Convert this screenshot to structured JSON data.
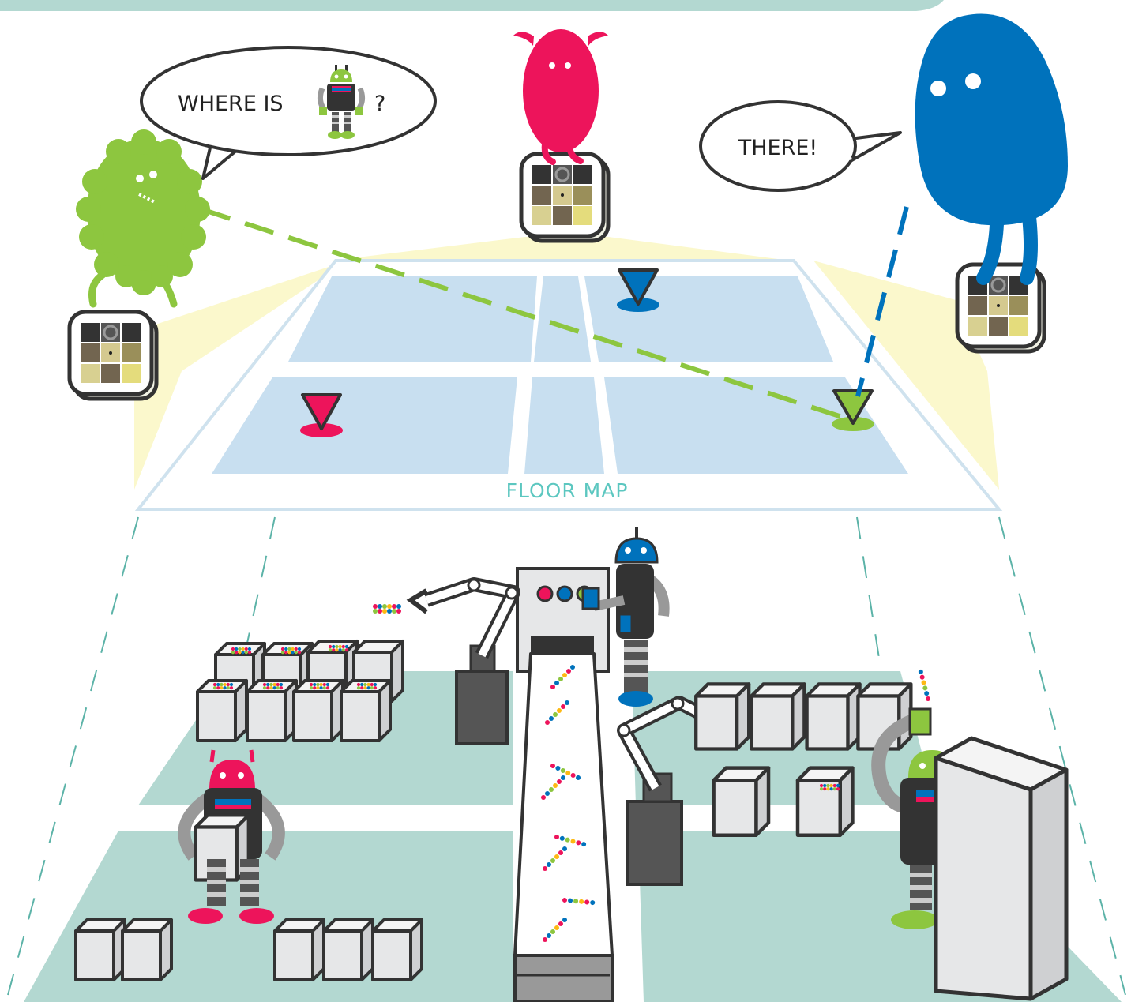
{
  "scene": {
    "bubble_left": {
      "prefix": "WHERE IS",
      "suffix": "?"
    },
    "bubble_right": {
      "text": "THERE!"
    },
    "map_label": "FLOOR MAP"
  },
  "colors": {
    "green": "#8dc63f",
    "pink": "#ed145b",
    "blue": "#0072bc",
    "teal_floor": "#b3d8d1",
    "map_blue": "#c8dff0",
    "dark": "#333333",
    "box_fill": "#e6e7e8"
  },
  "icons": {
    "green_monster": "green-fuzzy-monster",
    "pink_monster": "pink-monster",
    "blue_monster": "blue-monster",
    "camera": "camera-icon",
    "marker": "location-pin-icon",
    "robot": "robot-icon"
  }
}
